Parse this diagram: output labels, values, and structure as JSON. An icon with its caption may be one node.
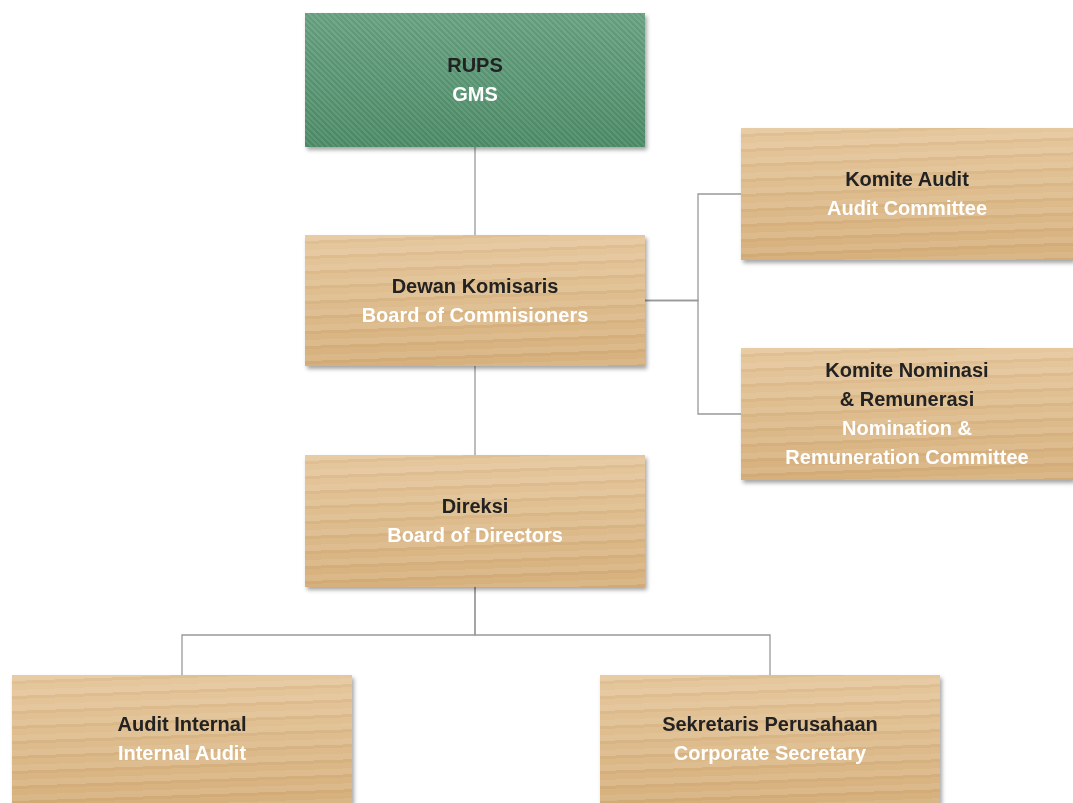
{
  "diagram": {
    "nodes": [
      {
        "text": [
          "RUPS",
          "GMS"
        ]
      },
      {
        "text": [
          "Dewan Komisaris",
          "Board of Commisioners"
        ]
      },
      {
        "text": [
          "Komite Audit",
          "Audit Committee"
        ]
      },
      {
        "text": [
          "Komite Nominasi & Remunerasi",
          "Nomination & Remuneration Committee"
        ]
      },
      {
        "text": [
          "Direksi",
          "Board of Directors"
        ]
      },
      {
        "text": [
          "Audit Internal",
          "Internal Audit"
        ]
      },
      {
        "text": [
          "Sekretaris Perusahaan",
          "Corporate Secretary"
        ]
      }
    ],
    "edges": [
      {
        "from": 0,
        "to": 1,
        "arrow": "none"
      },
      {
        "from": 1,
        "to": 2,
        "arrow": "none"
      },
      {
        "from": 1,
        "to": 3,
        "arrow": "none"
      },
      {
        "from": 1,
        "to": 4,
        "arrow": "none"
      },
      {
        "from": 4,
        "to": 5,
        "arrow": "none"
      },
      {
        "from": 4,
        "to": 6,
        "arrow": "none"
      }
    ]
  }
}
